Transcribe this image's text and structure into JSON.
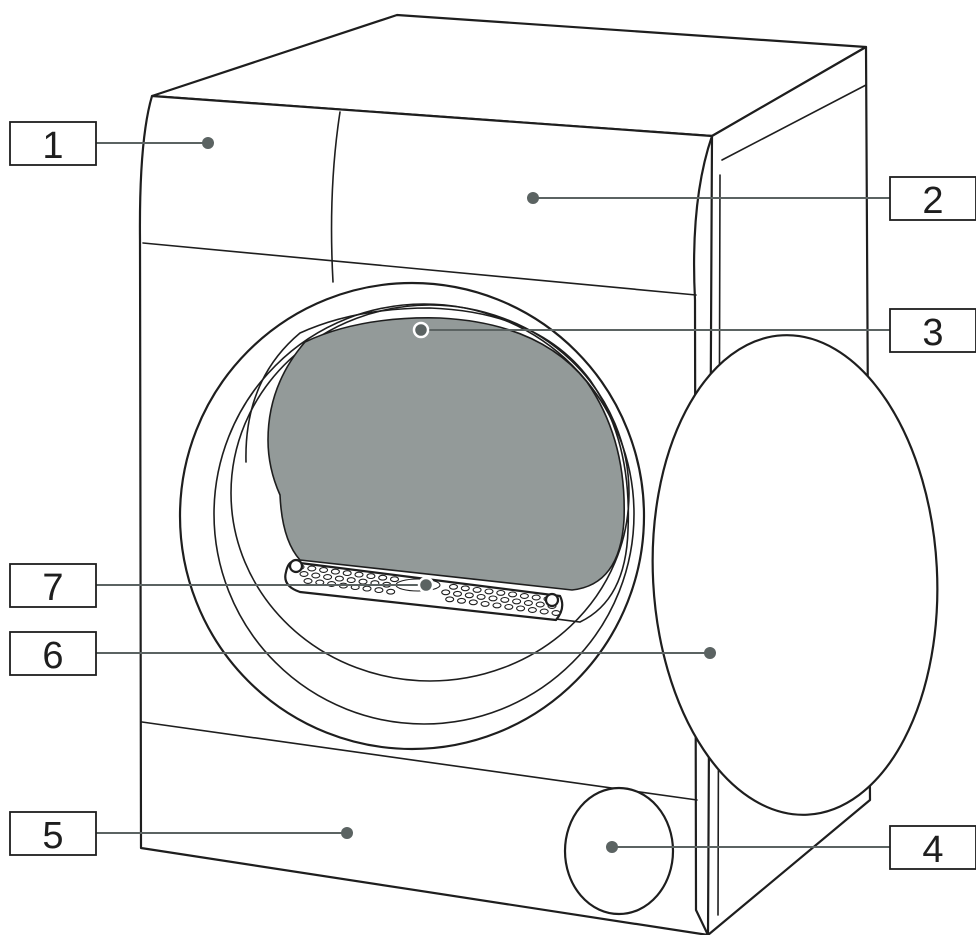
{
  "colors": {
    "line": "#1e1e1e",
    "leader": "#5b6362",
    "drum_interior": "#939a99",
    "background": "#ffffff"
  },
  "callouts": [
    {
      "id": "callout-1",
      "label": "1",
      "part": "control-panel"
    },
    {
      "id": "callout-2",
      "label": "2",
      "part": "water-tank"
    },
    {
      "id": "callout-3",
      "label": "3",
      "part": "drum"
    },
    {
      "id": "callout-4",
      "label": "4",
      "part": "service-flap"
    },
    {
      "id": "callout-5",
      "label": "5",
      "part": "base-panel"
    },
    {
      "id": "callout-6",
      "label": "6",
      "part": "door"
    },
    {
      "id": "callout-7",
      "label": "7",
      "part": "fluff-filter"
    }
  ]
}
